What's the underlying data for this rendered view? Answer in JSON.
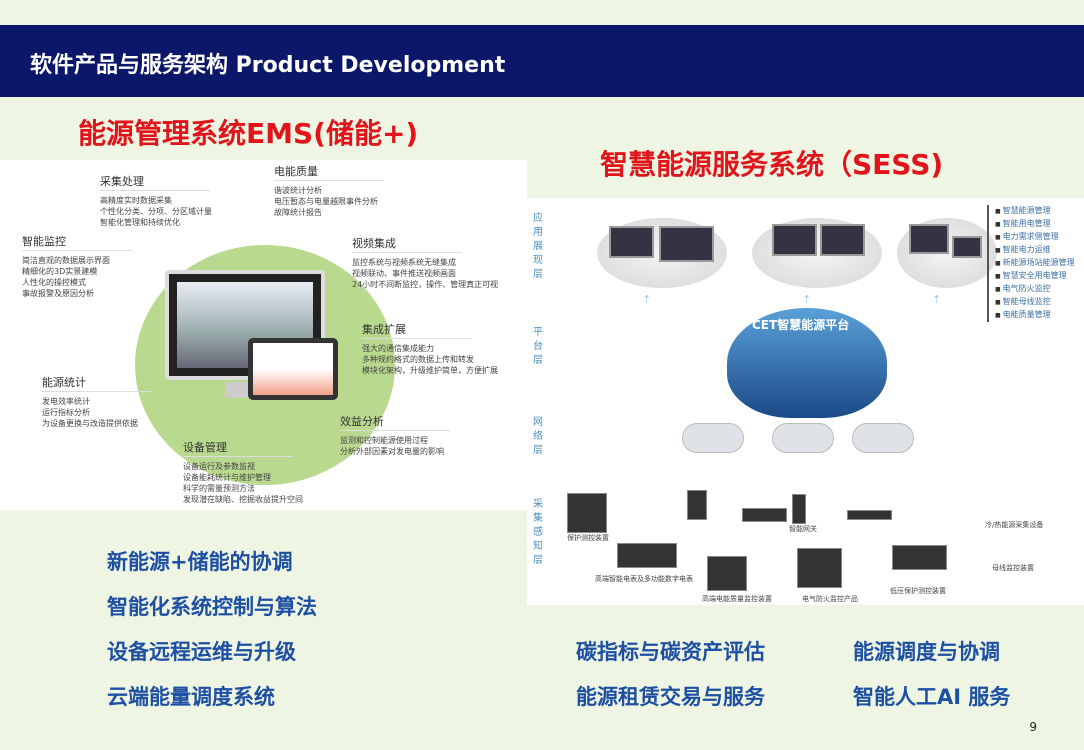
{
  "header": {
    "title": "软件产品与服务架构 Product Development"
  },
  "ems": {
    "title": "能源管理系统EMS(储能+)",
    "features": [
      {
        "title": "采集处理",
        "lines": [
          "高精度实时数据采集",
          "个性化分类、分项、分区域计量",
          "智能化管理和持续优化"
        ]
      },
      {
        "title": "电能质量",
        "lines": [
          "谐波统计分析",
          "电压暂态与电量越限事件分析",
          "故障统计报告"
        ]
      },
      {
        "title": "智能监控",
        "lines": [
          "简洁直观的数据展示界面",
          "精细化的3D实景建模",
          "人性化的操控模式",
          "事故报警及原因分析"
        ]
      },
      {
        "title": "视频集成",
        "lines": [
          "监控系统与视频系统无缝集成",
          "视频联动、事件推送视频画面",
          "24小时不间断监控，操作、管理真正可视"
        ]
      },
      {
        "title": "集成扩展",
        "lines": [
          "强大的通信集成能力",
          "多种规约格式的数据上传和转发",
          "模块化架构，升级维护简单，方便扩展"
        ]
      },
      {
        "title": "能源统计",
        "lines": [
          "发电效率统计",
          "运行指标分析",
          "为设备更换与改造提供依据"
        ]
      },
      {
        "title": "效益分析",
        "lines": [
          "监测和控制能源使用过程",
          "分析外部因素对发电量的影响"
        ]
      },
      {
        "title": "设备管理",
        "lines": [
          "设备运行及参数监视",
          "设备能耗统计与维护管理",
          "科学的需量预测方法",
          "发现潜在缺陷、挖掘收益提升空间"
        ]
      }
    ],
    "bullets": [
      "新能源+储能的协调",
      "智能化系统控制与算法",
      "设备远程运维与升级",
      "云端能量调度系统"
    ]
  },
  "sess": {
    "title": "智慧能源服务系统（SESS)",
    "layers": [
      "应用展现层",
      "平台层",
      "网络层",
      "采集感知层"
    ],
    "platform": "CET智慧能源平台",
    "apps": [
      "智慧能源管理",
      "智能用电管理",
      "电力需求侧管理",
      "智能电力运维",
      "新能源场站能源管理",
      "智慧安全用电管理",
      "电气防火监控",
      "智能母线监控",
      "电能质量管理"
    ],
    "devices": [
      "保护测控装置",
      "智能网关",
      "冷/热能源采集设备",
      "高端智能电表及多功能数字电表",
      "高端电能质量监控装置",
      "电气防火监控产品",
      "低压保护测控装置",
      "母线监控装置"
    ],
    "bullets": [
      "碳指标与碳资产评估",
      "能源调度与协调",
      "能源租赁交易与服务",
      "智能人工AI 服务"
    ]
  },
  "page_number": "9"
}
